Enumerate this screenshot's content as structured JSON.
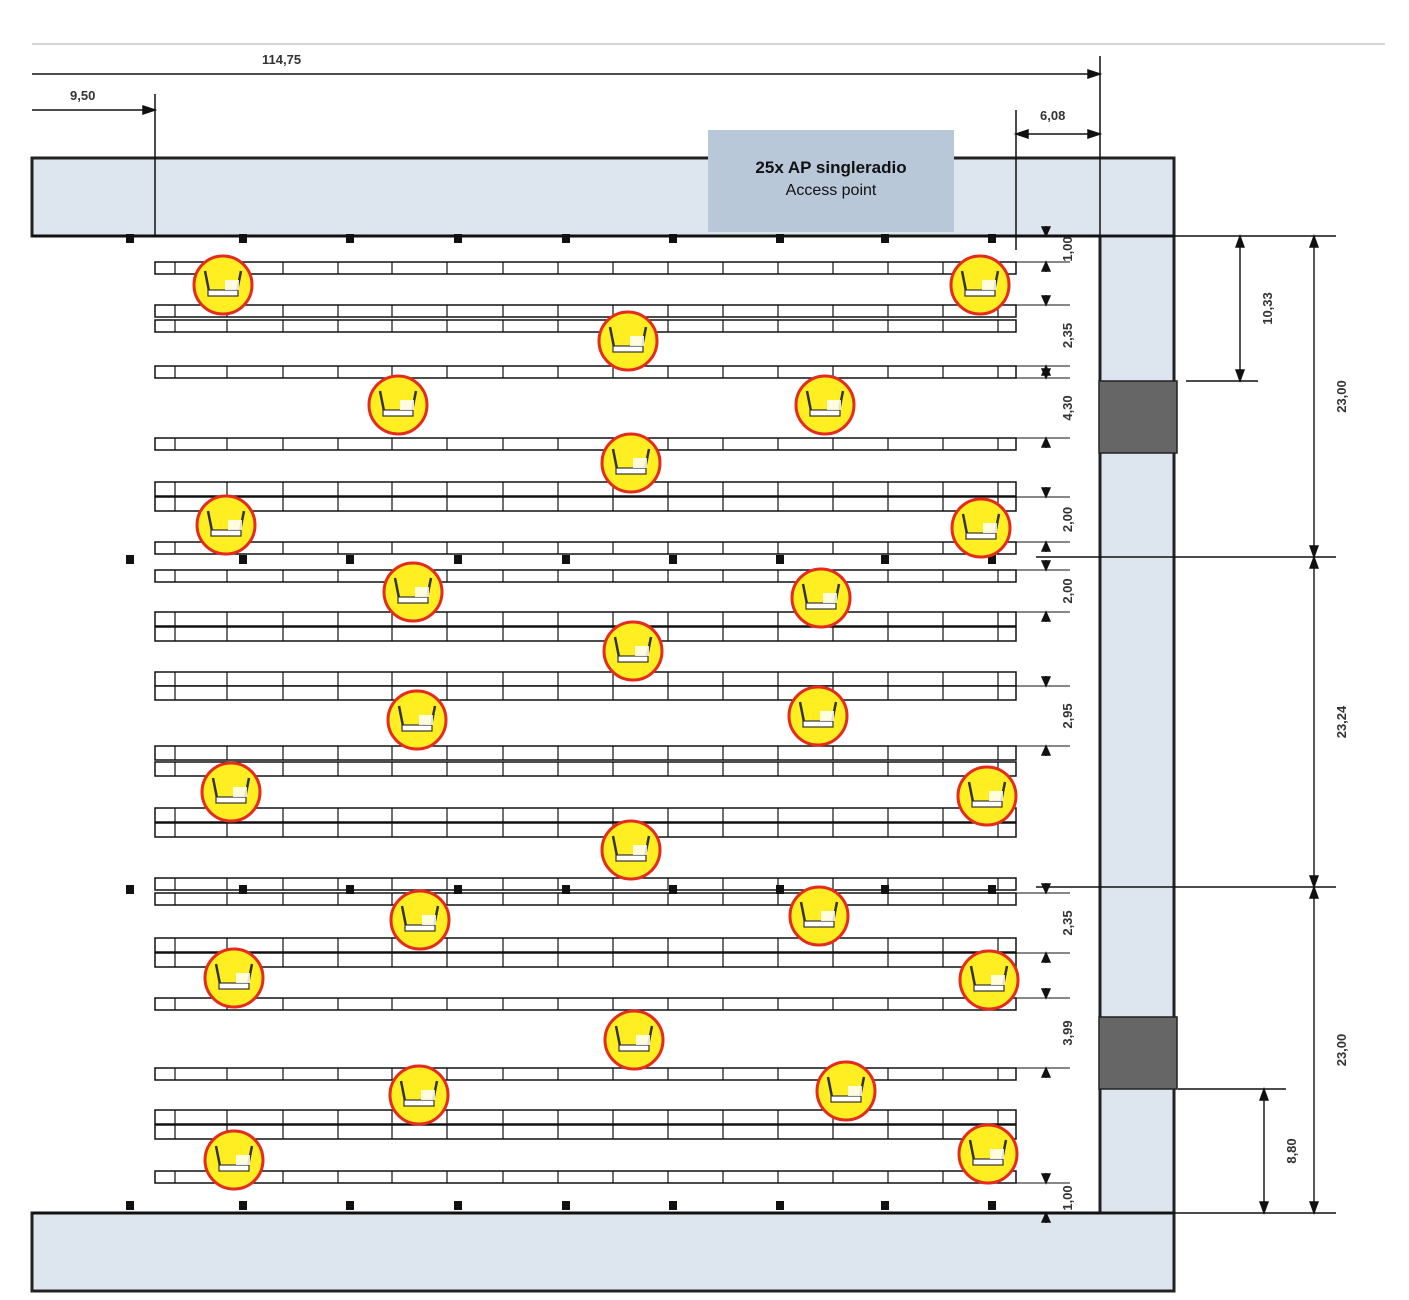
{
  "legend": {
    "title": "25x AP singleradio",
    "subtitle": "Access point"
  },
  "dimensions": {
    "total_width": "114,75",
    "left_offset": "9,50",
    "right_offset": "6,08",
    "row_gaps": [
      "1,00",
      "2,35",
      "4,30",
      "2,00",
      "2,00",
      "2,95",
      "2,35",
      "3,99",
      "1,00"
    ],
    "right_side": [
      "10,33",
      "23,00",
      "23,24",
      "23,00",
      "8,80"
    ]
  },
  "access_point_count": 25,
  "colors": {
    "ap_fill": "#ffee22",
    "ap_border": "#e52b1e",
    "corridor": "#dde5ef",
    "legend_bg": "#b8c8d9",
    "column": "#666666"
  }
}
